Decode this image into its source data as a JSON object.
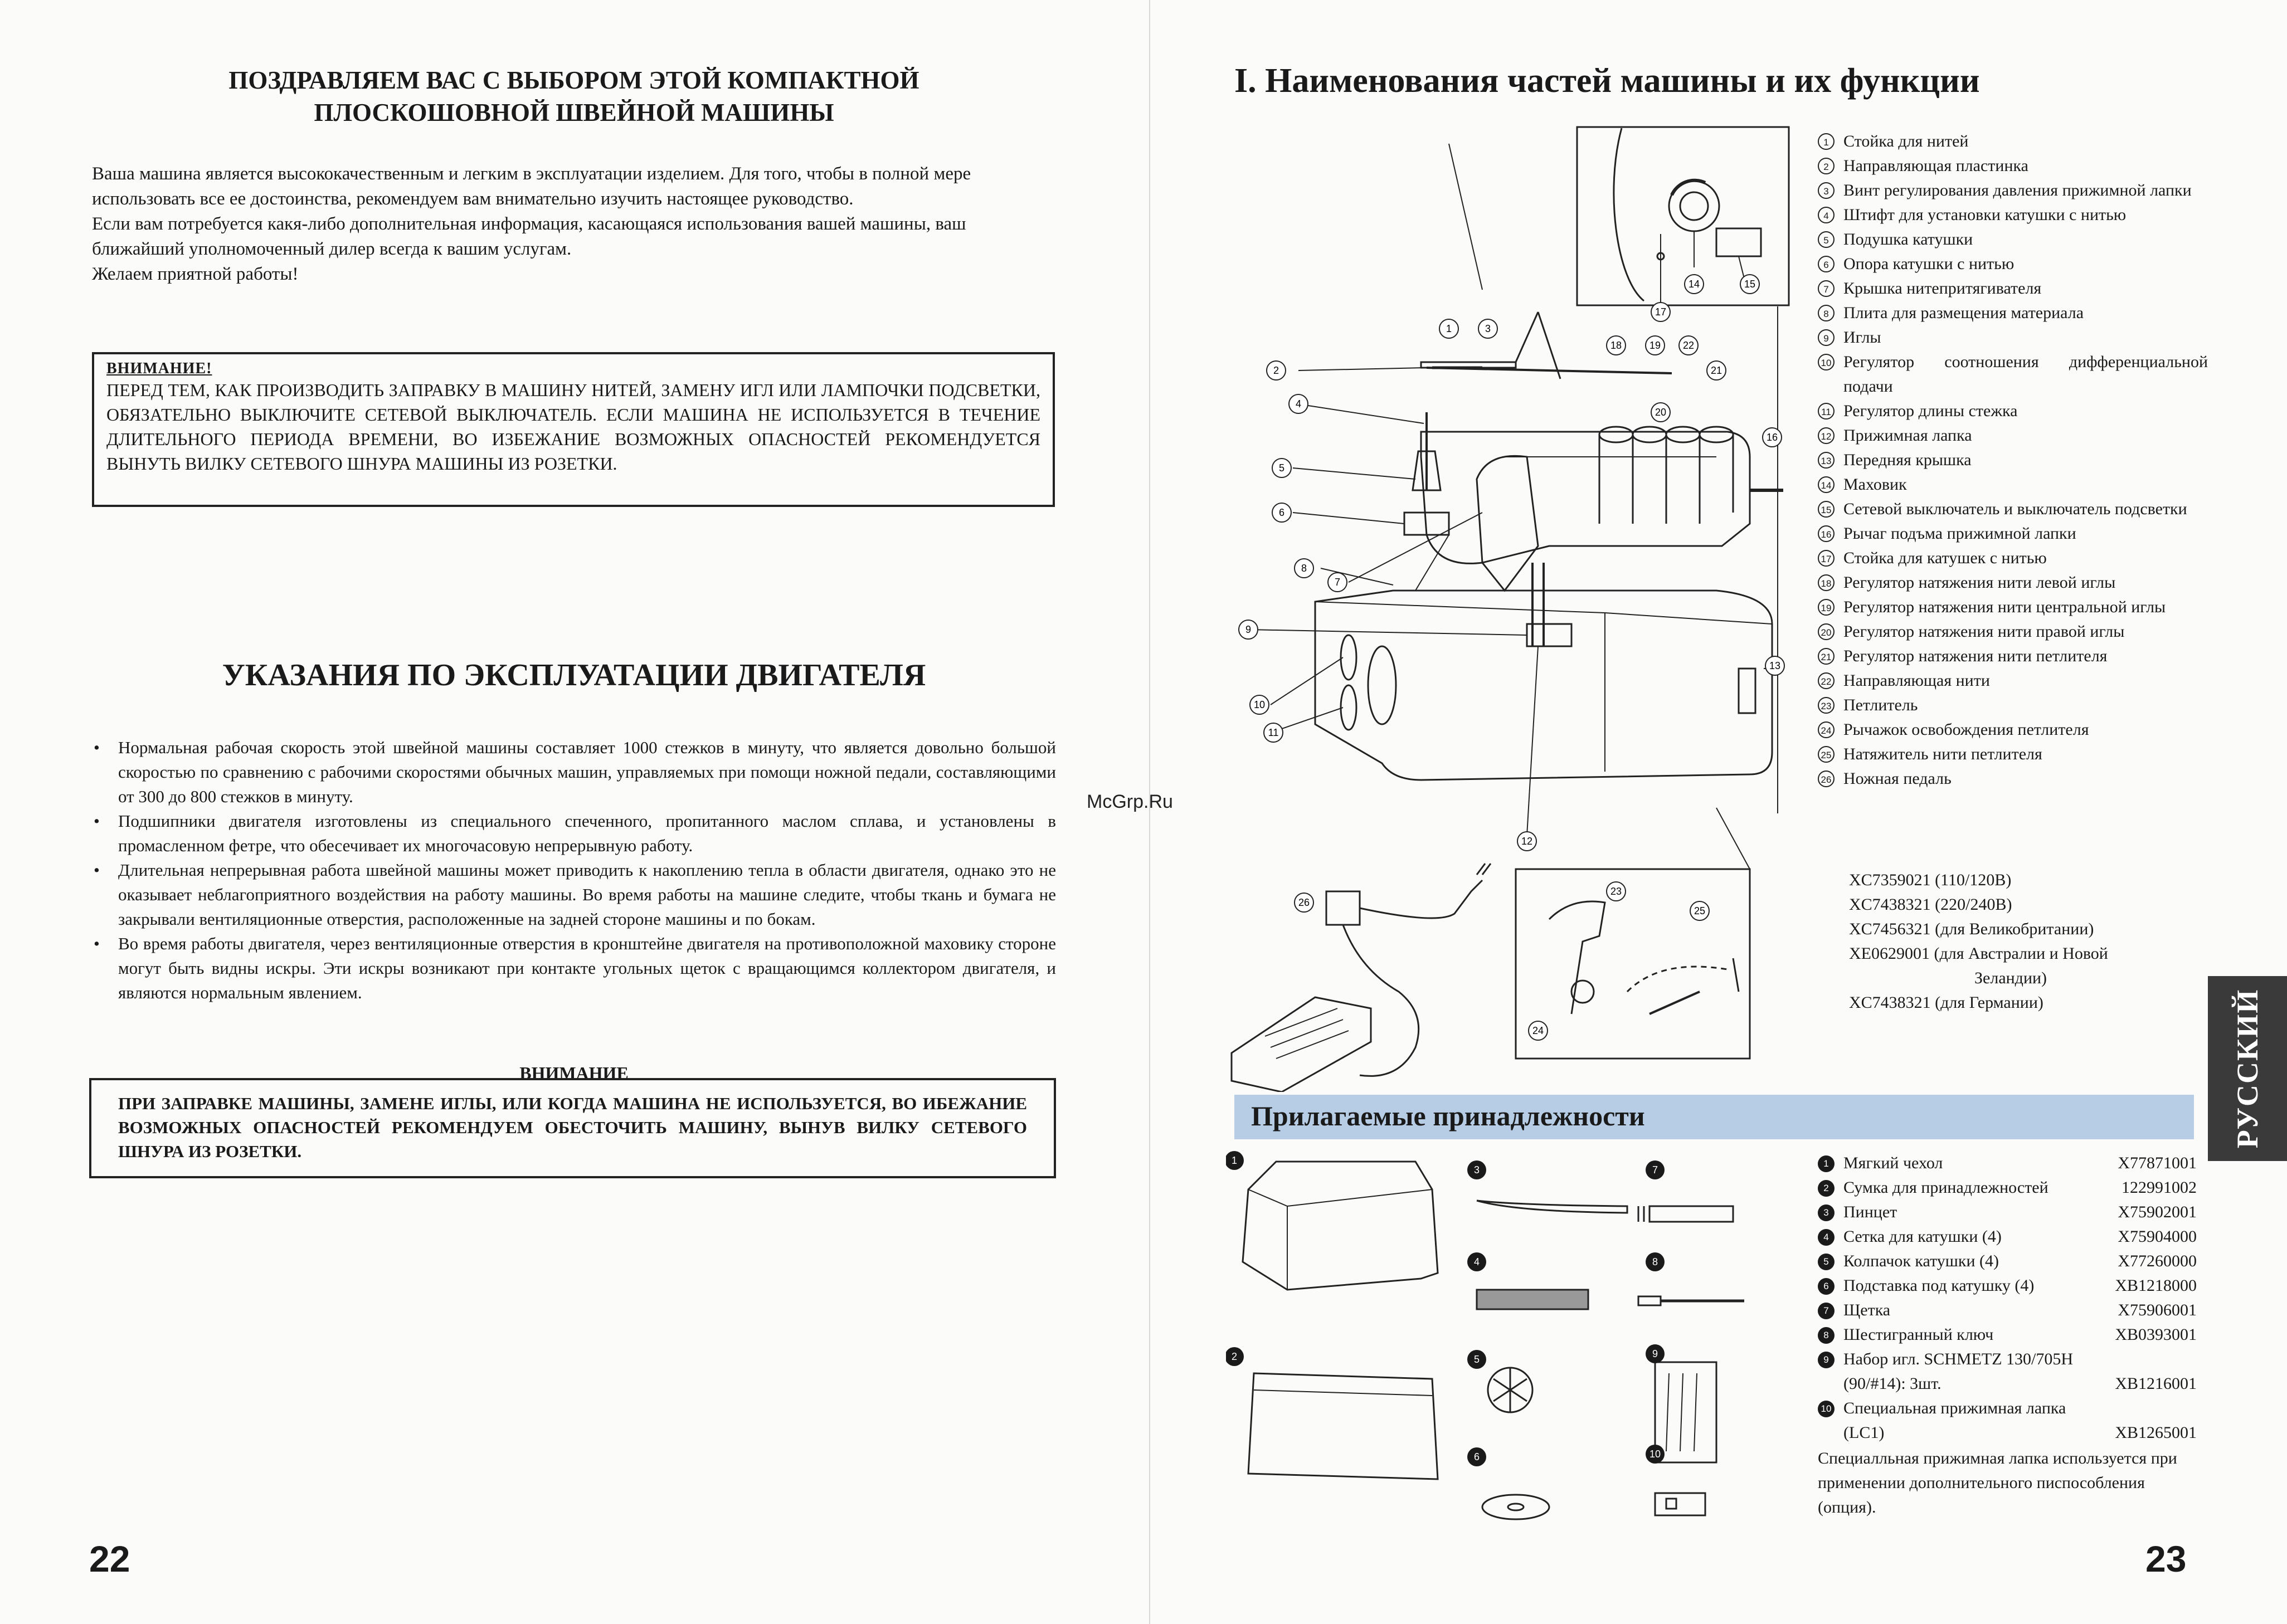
{
  "left_page": {
    "congrats_line1": "ПОЗДРАВЛЯЕМ ВАС С ВЫБОРОМ ЭТОЙ КОМПАКТНОЙ",
    "congrats_line2": "ПЛОСКОШОВНОЙ ШВЕЙНОЙ МАШИНЫ",
    "intro": [
      "Ваша машина является высококачественным и легким в эксплуатации изделием. Для того, чтобы в полной мере использовать все ее достоинства, рекомендуем вам внимательно изучить настоящее руководство.",
      "Если вам потребуется какя-либо дополнительная информация, касающаяся использования вашей машины, ваш ближайший уполномоченный дилер всегда к вашим услугам.",
      "Желаем приятной работы!"
    ],
    "warning_title": "ВНИМАНИЕ!",
    "warning_text": "ПЕРЕД ТЕМ, КАК ПРОИЗВОДИТЬ ЗАПРАВКУ В МАШИНУ НИТЕЙ, ЗАМЕНУ ИГЛ ИЛИ ЛАМПОЧКИ ПОДСВЕТКИ, ОБЯЗАТЕЛЬНО ВЫКЛЮЧИТЕ СЕТЕВОЙ ВЫКЛЮЧАТЕЛЬ. ЕСЛИ МАШИНА НЕ ИСПОЛЬЗУЕТСЯ В ТЕЧЕНИЕ ДЛИТЕЛЬНОГО ПЕРИОДА ВРЕМЕНИ, ВО ИЗБЕЖАНИЕ ВОЗМОЖНЫХ ОПАСНОСТЕЙ РЕКОМЕНДУЕТСЯ ВЫНУТЬ ВИЛКУ СЕТЕВОГО ШНУРА МАШИНЫ ИЗ РОЗЕТКИ.",
    "motor_title": "УКАЗАНИЯ ПО ЭКСПЛУАТАЦИИ ДВИГАТЕЛЯ",
    "bullets": [
      "Нормальная рабочая скорость этой швейной машины составляет 1000 стежков в минуту, что является довольно большой скоростью по сравнению с рабочими скоростями обычных машин, управляемых при помощи ножной педали, составляющими от 300 до 800 стежков в минуту.",
      "Подшипники двигателя изготовлены из специального спеченного, пропитанного маслом сплава, и установлены в промасленном фетре, что обесечивает их многочасовую непрерывную работу.",
      "Длительная непрерывная работа швейной машины может приводить к накоплению тепла в области двигателя, однако это не оказывает неблагоприятного воздействия на работу машины. Во время работы на машине следите, чтобы ткань и бумага не закрывали вентиляционные отверстия, расположенные на задней стороне машины и по бокам.",
      "Во время работы двигателя, через вентиляционные отверстия  в кронштейне двигателя на  противоположной маховику стороне могут быть видны искры. Эти искры возникают при контакте  угольных щеток с вращающимся коллектором двигателя, и являются нормальным явлением."
    ],
    "warning2_title": "ВНИМАНИЕ",
    "warning2_text": "ПРИ ЗАПРАВКЕ МАШИНЫ, ЗАМЕНЕ ИГЛЫ, ИЛИ КОГДА МАШИНА НЕ ИСПОЛЬЗУЕТСЯ, ВО ИБЕЖАНИЕ ВОЗМОЖНЫХ ОПАСНОСТЕЙ РЕКОМЕНДУЕМ ОБЕСТОЧИТЬ МАШИНУ, ВЫНУВ ВИЛКУ СЕТЕВОГО ШНУРА ИЗ РОЗЕТКИ.",
    "page_number": "22"
  },
  "watermark": "McGrp.Ru",
  "right_page": {
    "title": "I. Наименования частей машины и их функции",
    "parts": [
      {
        "n": "1",
        "label": "Стойка для нитей"
      },
      {
        "n": "2",
        "label": "Направляющая пластинка"
      },
      {
        "n": "3",
        "label": "Винт регулирования давления прижимной лапки"
      },
      {
        "n": "4",
        "label": "Штифт для установки катушки с нитью"
      },
      {
        "n": "5",
        "label": "Подушка катушки"
      },
      {
        "n": "6",
        "label": "Опора катушки с нитью"
      },
      {
        "n": "7",
        "label": "Крышка нитепритягивателя"
      },
      {
        "n": "8",
        "label": "Плита для размещения материала"
      },
      {
        "n": "9",
        "label": "Иглы"
      },
      {
        "n": "10",
        "label": "Регулятор соотношения дифференциальной подачи"
      },
      {
        "n": "11",
        "label": "Регулятор длины стежка"
      },
      {
        "n": "12",
        "label": "Прижимная лапка"
      },
      {
        "n": "13",
        "label": "Передняя крышка"
      },
      {
        "n": "14",
        "label": "Маховик"
      },
      {
        "n": "15",
        "label": "Сетевой выключатель и выключатель подсветки"
      },
      {
        "n": "16",
        "label": "Рычаг подъма прижимной лапки"
      },
      {
        "n": "17",
        "label": "Стойка для катушек с нитью"
      },
      {
        "n": "18",
        "label": "Регулятор натяжения нити левой иглы"
      },
      {
        "n": "19",
        "label": "Регулятор натяжения нити центральной иглы"
      },
      {
        "n": "20",
        "label": "Регулятор натяжения нити правой иглы"
      },
      {
        "n": "21",
        "label": "Регулятор натяжения нити петлителя"
      },
      {
        "n": "22",
        "label": "Направляющая нити"
      },
      {
        "n": "23",
        "label": "Петлитель"
      },
      {
        "n": "24",
        "label": "Рычажок освобождения петлителя"
      },
      {
        "n": "25",
        "label": "Натяжитель нити петлителя"
      },
      {
        "n": "26",
        "label": "Ножная педаль"
      }
    ],
    "pedal_models": [
      "XC7359021 (110/120В)",
      "XC7438321 (220/240В)",
      "XC7456321 (для Великобритании)",
      "XE0629001 (для Австралии и Новой",
      "                              Зеландии)",
      "XC7438321 (для Германии)"
    ],
    "accessories_title": "Прилагаемые принадлежности",
    "side_tab": "РУССКИЙ",
    "accessories": [
      {
        "n": "1",
        "label": "Мягкий чехол",
        "code": "X77871001"
      },
      {
        "n": "2",
        "label": "Сумка для принадлежностей",
        "code": "122991002"
      },
      {
        "n": "3",
        "label": "Пинцет",
        "code": "X75902001"
      },
      {
        "n": "4",
        "label": "Сетка для катушки (4)",
        "code": "X75904000"
      },
      {
        "n": "5",
        "label": "Колпачок катушки (4)",
        "code": "X77260000"
      },
      {
        "n": "6",
        "label": "Подставка под катушку (4)",
        "code": "XB1218000"
      },
      {
        "n": "7",
        "label": "Щетка",
        "code": "X75906001"
      },
      {
        "n": "8",
        "label": "Шестигранный ключ",
        "code": "XB0393001"
      },
      {
        "n": "9",
        "label": "Набор игл. SCHMETZ 130/705H (90/#14): 3шт.",
        "code": "XB1216001"
      },
      {
        "n": "10",
        "label": "Специальная прижимная лапка (LC1)",
        "code": "XB1265001"
      }
    ],
    "accessory_note": "Специалльная прижимная лапка используется при применении дополнительного пиcпособления (опция).",
    "page_number": "23"
  },
  "colors": {
    "accessory_bar": "#b7cde6",
    "side_tab": "#3a3a3a"
  }
}
